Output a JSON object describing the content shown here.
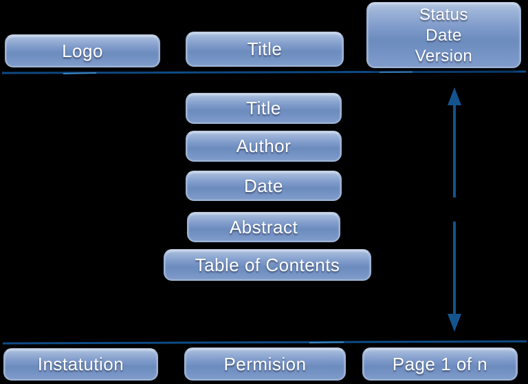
{
  "colors": {
    "background": "#000000",
    "box_fill_top": "#b2c5e1",
    "box_fill_mid": "#6c8cbe",
    "box_fill_bottom": "#7f9cca",
    "box_border": "#9fb5d5",
    "divider_line": "#0e4c87",
    "divider_highlight": "#3d89c6",
    "arrow": "#14548e",
    "text": "#ffffff"
  },
  "header": {
    "logo_label": "Logo",
    "title_label": "Title",
    "status_lines": [
      "Status",
      "Date",
      "Version"
    ]
  },
  "content": {
    "boxes": [
      {
        "label": "Title"
      },
      {
        "label": "Author"
      },
      {
        "label": "Date"
      },
      {
        "label": "Abstract"
      },
      {
        "label": "Table of Contents"
      }
    ]
  },
  "footer": {
    "institution_label": "Instatution",
    "permission_label": "Permision",
    "page_label": "Page 1 of n"
  },
  "arrow": {
    "name": "vertical-extent-double-arrow"
  }
}
